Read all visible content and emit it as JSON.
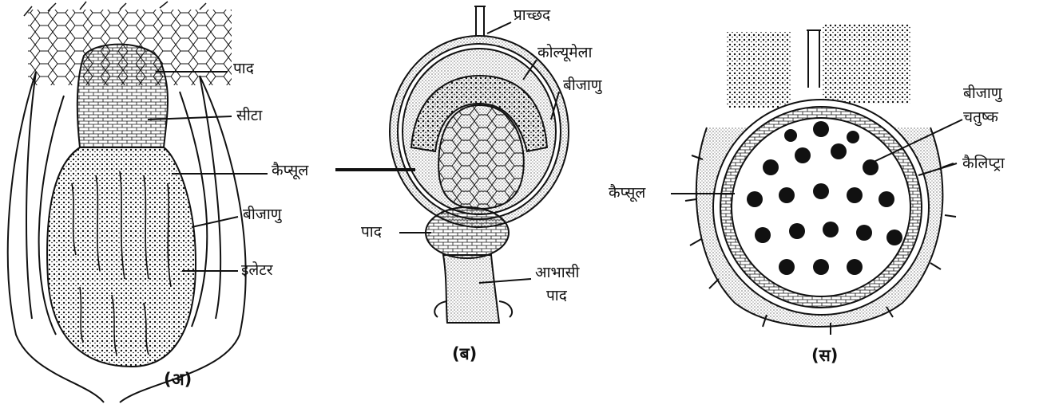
{
  "figures": [
    {
      "caption": "(अ)",
      "labels": [
        "पाद",
        "सीटा",
        "कैप्सूल",
        "बीजाणु",
        "इलेटर"
      ]
    },
    {
      "caption": "(ब)",
      "labels": [
        "प्राच्छद",
        "कोल्यूमेला",
        "बीजाणु",
        "पाद",
        "आभासी",
        "पाद"
      ]
    },
    {
      "caption": "(स)",
      "labels": [
        "बीजाणु",
        "चतुष्क",
        "कैलिप्ट्रा",
        "कैप्सूल"
      ]
    }
  ],
  "colors": {
    "ink": "#111111",
    "paper": "#ffffff"
  }
}
